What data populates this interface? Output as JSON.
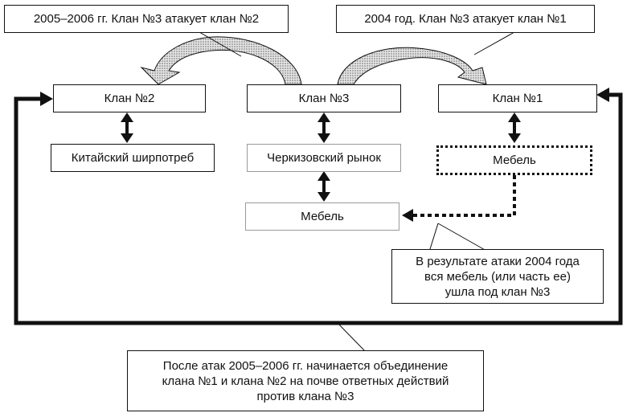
{
  "callouts": {
    "top_left": "2005–2006 гг. Клан №3 атакует клан №2",
    "top_right": "2004 год. Клан №3 атакует клан №1",
    "middle_right": "В результате атаки 2004 года\nвся мебель (или часть ее)\nушла под клан №3",
    "bottom": "После атак 2005–2006 гг. начинается объединение\nклана №1 и клана №2 на почве ответных действий\nпротив клана №3"
  },
  "clans": {
    "clan2": "Клан №2",
    "clan3": "Клан №3",
    "clan1": "Клан №1"
  },
  "goods": {
    "clan2_goods": "Китайский ширпотреб",
    "clan3_market": "Черкизовский рынок",
    "clan3_furniture": "Мебель",
    "clan1_furniture": "Мебель"
  },
  "colors": {
    "line": "#111111",
    "arrow_fill": "#c8c8c8",
    "thin_border": "#9a9a9a"
  }
}
